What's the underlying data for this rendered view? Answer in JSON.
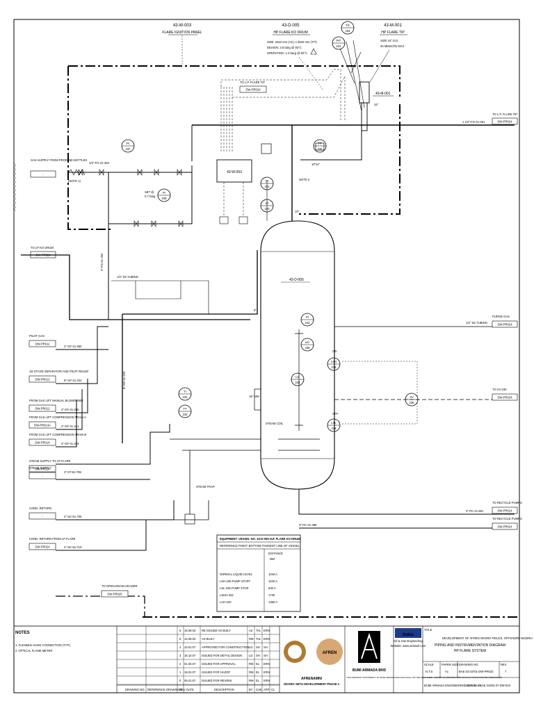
{
  "equipment": {
    "ignition_tag": "43-W-003",
    "ignition_name": "FLARE IGNITION PANEL",
    "drum_tag": "43-D-005",
    "drum_name": "HP FLARE KO DRUM",
    "drum_size": "SIZE: 2440 mm (I.D.) x 4500 mm (T/T)",
    "drum_design": "DESIGN: 3.5 barg @ 93°C",
    "drum_operating": "OPERATING: 1.0 barg @ 60°C",
    "tip_tag": "43-M-001",
    "tip_name": "HP FLARE TIP",
    "tip_size": "SIZE 24\" O.D.",
    "tip_max": "40 MMSCFD MAX",
    "stack_tag": "43-M-001",
    "panel_box_tag": "43-W-003",
    "drum_vessel_label": "43-D-005"
  },
  "connectors": [
    {
      "text": "DW-PR024",
      "label": "TO L.P. FLARE TIP"
    },
    {
      "text": "DW-PR024",
      "label": "TO L.P. FLARE TIP"
    },
    {
      "text": "DW-PR024",
      "label": "TO LP KO DRUM"
    },
    {
      "text": "DW-PR011",
      "label": "PILOT GAS"
    },
    {
      "text": "DW-PR012",
      "label": "1st STAGE SEPARATOR AND PILOT RELIEF"
    },
    {
      "text": "DW-PR012",
      "label": "FROM GAS LIFT MANUAL BLOWDOWN"
    },
    {
      "text": "DW-PR014A",
      "label": "FROM GAS LIFT COMPRESSION TRAIN A"
    },
    {
      "text": "DW-PR014",
      "label": "FROM GAS LIFT COMPRESSION TRAIN B"
    },
    {
      "text": "DW-PR024",
      "label": "STEAM SUPPLY TO LP FLARE"
    },
    {
      "text": "-",
      "label": "STEAM SUPPLY"
    },
    {
      "text": "-",
      "label": "COND. RETURN"
    },
    {
      "text": "DW-PR024",
      "label": "COND. RETURN FROM LP FLARE"
    },
    {
      "text": "DW-PR025",
      "label": "TO OPEN DRAIN HEADER"
    },
    {
      "text": "DW-PR024",
      "label": "PURGE GAS"
    },
    {
      "text": "DW-PR024",
      "label": "TO XV-230"
    },
    {
      "text": "DW-PR024",
      "label": "TO RECYCLE PUMPS"
    },
    {
      "text": "DW-PR024",
      "label": "TO RECYCLE PUMPS"
    },
    {
      "text": "-",
      "label": "GAS SUPPLY FROM PROPANE BOTTLES"
    }
  ],
  "instruments": [
    {
      "a": "PI",
      "b": "237"
    },
    {
      "a": "PI",
      "b": "239"
    },
    {
      "a": "TG",
      "b": "234"
    },
    {
      "a": "PIT",
      "b": "231"
    },
    {
      "a": "TT",
      "b": "225"
    },
    {
      "a": "PI",
      "b": "231"
    },
    {
      "a": "LT",
      "b": "220"
    },
    {
      "a": "TI",
      "b": "233"
    },
    {
      "a": "TT",
      "b": "233"
    },
    {
      "a": "LG",
      "b": "234"
    },
    {
      "a": "LSH",
      "b": "236"
    },
    {
      "a": "LSL",
      "b": "236"
    },
    {
      "a": "LIC",
      "b": "236"
    },
    {
      "a": "PI",
      "b": "242"
    },
    {
      "a": "XV",
      "b": "236"
    }
  ],
  "lines": {
    "purge": "1/2\" SS TUBING",
    "ss_tubing": "1/2\" SS TUBING",
    "pilot": "2\"-GF-41-250",
    "stage1": "6\"-GF-41-222",
    "blowdown": "4\"-GF-41-269",
    "trainA": "4\"-GF-41-241",
    "trainB": "4\"-GF-41-224",
    "steam": "2\"-ST-61-709",
    "cond": "2\"-SC-61-706",
    "condlp": "2\"-SC-61-710",
    "flaretip": "1 1/2\"-FG-41-251",
    "header": "8\"-GF-41-220",
    "pump1": "3\"-PC-41-501",
    "pump2": "3\"-PC-41-489",
    "propane": "1/2\"-FG-41-252",
    "vert": "3\"-FG-41-250",
    "note1": "(NOTE 1)",
    "note2": "NOTE 2",
    "set_at": "SET @",
    "set_val": "0.7 barg",
    "on": "ON",
    "off": "OFF",
    "steam_coil": "STEAM COIL",
    "steam_trap": "STEAM TRAP",
    "mw": "18\" MW",
    "size24": "24\"",
    "bypass": "10\"x4\"",
    "size10": "10\"",
    "size8": "8\"",
    "size6": "6\"",
    "size2": "2\"",
    "size3": "3\"",
    "size4": "4\""
  },
  "table": {
    "title": "EQUIPMENT: VESSEL NO. 43-D-005 H.P. FLARE KO DRUM",
    "reference": "REFERENCE POINT: BOTTOM TANGENT LINE OF VESSEL",
    "col_distance": "DISTANCE",
    "col_unit": "MM",
    "rows": [
      {
        "label": "NORMAL LIQUID LEVEL",
        "value": "1040 A"
      },
      {
        "label": "LSH-236 PUMP START",
        "value": "1040 A"
      },
      {
        "label": "LSL-236 PUMP STOP",
        "value": "530 A"
      },
      {
        "label": "LSHH-233",
        "value": "1730"
      },
      {
        "label": "LAH-233",
        "value": "1350 A"
      }
    ]
  },
  "notes": {
    "title": "NOTES",
    "n1": "1. FLEXIBLE HOSE CONNECTION (TYP.)",
    "n2": "2. OPTICAL FLAME METER"
  },
  "revisions": [
    {
      "rev": "6",
      "date": "16.09.03",
      "desc": "RE ISSUED AS BUILT",
      "by": "AZ",
      "chk": "TAL",
      "app": "ERN"
    },
    {
      "rev": "5",
      "date": "12.09.03",
      "desc": "AS BUILT",
      "by": "RM",
      "chk": "TAL",
      "app": "ERN"
    },
    {
      "rev": "4",
      "date": "10.01.07",
      "desc": "APPROVED FOR CONSTRUCTION",
      "by": "LD",
      "chk": "SH",
      "app": "SH"
    },
    {
      "rev": "3",
      "date": "16.10.07",
      "desc": "ISSUED FOR DETAIL DESIGN",
      "by": "LD",
      "chk": "SH",
      "app": "SH"
    },
    {
      "rev": "2",
      "date": "01.03.07",
      "desc": "ISSUED FOR APPROVAL",
      "by": "RM",
      "chk": "EL",
      "app": "ERN"
    },
    {
      "rev": "1",
      "date": "18.01.07",
      "desc": "ISSUED FOR HAZOP",
      "by": "RM",
      "chk": "EL",
      "app": "ERN"
    },
    {
      "rev": "0",
      "date": "05.01.07",
      "desc": "ISSUED FOR REVIEW",
      "by": "RM",
      "chk": "EL",
      "app": "ERN"
    }
  ],
  "title_block": {
    "col_drawing": "DRAWING NO.",
    "col_reference": "REFERENCE DRAWINGS",
    "col_rev": "REV",
    "col_date": "DATE",
    "col_desc": "DESCRIPTION",
    "col_by": "BY",
    "col_chk": "CHK",
    "col_app": "APP",
    "col_cl": "CL",
    "client": "AFRENAMNI",
    "project": "OKORO SETU DEVELOPMENT PHASE 1",
    "afren": "AFREN",
    "bumi": "BUMI ARMADA BHD",
    "bumi_note": "THIS DRAWING IS PROPERTY OF BUMI ARMADA BHD AND SHALL NOT BE DISCLOSED, COPIED OR REPRODUCED WITHOUT PRIOR WRITTEN PERMISSION",
    "indus": "Indus",
    "indus_sub": "Oil & Gas Engineering",
    "indus_web": "Website: www.indusoil.com",
    "drawing_title1": "DEVELOPMENT OF AFREN OKORO FIELDS, OFFSHORE NIGERIA",
    "drawing_title2": "PIPING AND INSTRUMENTATION DIAGRAM",
    "drawing_title3": "HP FLARE SYSTEM",
    "title_lbl": "TITLE",
    "scale_lbl": "SCALE",
    "scale": "N.T.S",
    "size_lbl": "PAPER SIZE",
    "size": "A1",
    "dwg_lbl": "DRAWING NO.",
    "dwg": "BAE 03 03701-DW-PR023",
    "rev_lbl": "REV",
    "rev": "7",
    "company": "BUMI ARMADA ENGINEERING SDN. BHD.",
    "cad_lbl": "CAD NO.",
    "cad": "BAE 21003-47-DW-023"
  }
}
